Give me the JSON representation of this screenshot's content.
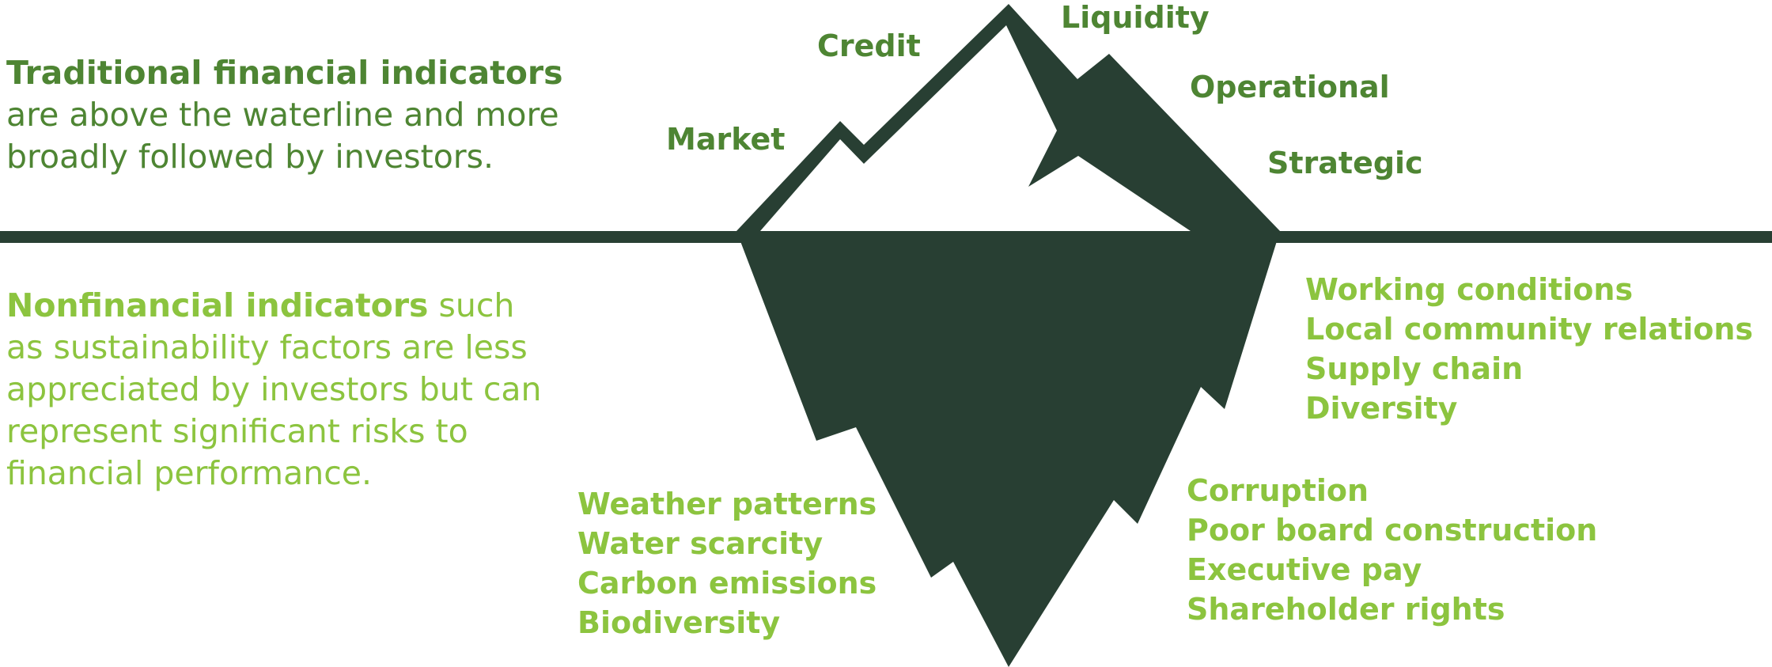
{
  "colors": {
    "iceberg": "#283f33",
    "above_text": "#4e8533",
    "below_text": "#8cc43f",
    "background": "#ffffff"
  },
  "above": {
    "heading": "Traditional financial indicators",
    "line1": "are above the waterline and more",
    "line2": "broadly followed by investors."
  },
  "below": {
    "heading": "Nonfinancial indicators",
    "heading_tail": " such",
    "line1": "as sustainability factors are less",
    "line2": "appreciated by investors but can",
    "line3": "represent significant risks to",
    "line4": "financial performance."
  },
  "above_labels": {
    "market": "Market",
    "credit": "Credit",
    "liquidity": "Liquidity",
    "operational": "Operational",
    "strategic": "Strategic"
  },
  "below_groups": {
    "social": [
      "Working conditions",
      "Local community relations",
      "Supply chain",
      "Diversity"
    ],
    "environmental": [
      "Weather patterns",
      "Water scarcity",
      "Carbon emissions",
      "Biodiversity"
    ],
    "governance": [
      "Corruption",
      "Poor board construction",
      "Executive pay",
      "Shareholder rights"
    ]
  }
}
